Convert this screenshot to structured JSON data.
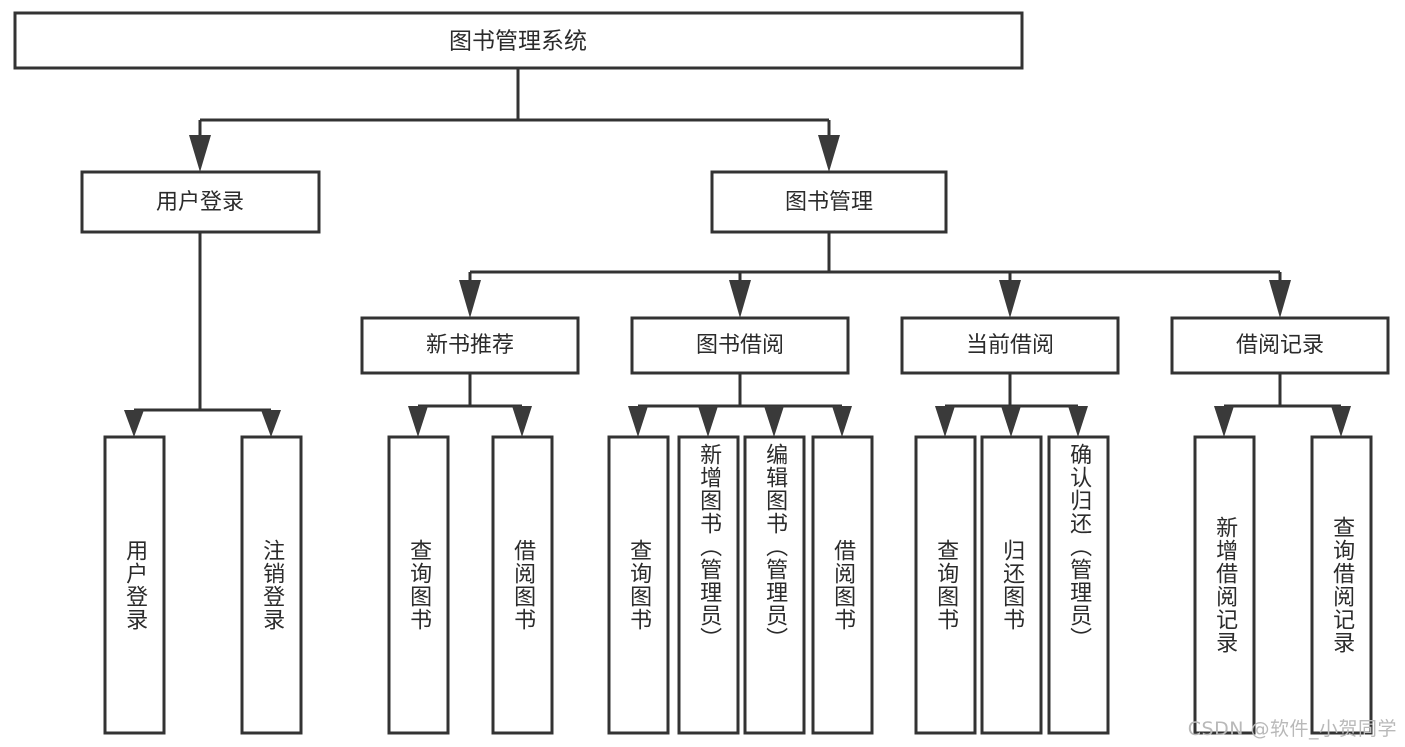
{
  "diagram": {
    "type": "tree",
    "title": "图书管理系统",
    "root": {
      "label": "图书管理系统",
      "children": [
        {
          "label": "用户登录",
          "children": [
            {
              "label": "用户登录"
            },
            {
              "label": "注销登录"
            }
          ]
        },
        {
          "label": "图书管理",
          "children": [
            {
              "label": "新书推荐",
              "children": [
                {
                  "label": "查询图书"
                },
                {
                  "label": "借阅图书"
                }
              ]
            },
            {
              "label": "图书借阅",
              "children": [
                {
                  "label": "查询图书"
                },
                {
                  "label": "新增图书（管理员）"
                },
                {
                  "label": "编辑图书（管理员）"
                },
                {
                  "label": "借阅图书"
                }
              ]
            },
            {
              "label": "当前借阅",
              "children": [
                {
                  "label": "查询图书"
                },
                {
                  "label": "归还图书"
                },
                {
                  "label": "确认归还（管理员）"
                }
              ]
            },
            {
              "label": "借阅记录",
              "children": [
                {
                  "label": "新增借阅记录"
                },
                {
                  "label": "查询借阅记录"
                }
              ]
            }
          ]
        }
      ]
    },
    "nodes": {
      "root_title": "图书管理系统",
      "l1_user_login": "用户登录",
      "l1_book_manage": "图书管理",
      "l2_new_book": "新书推荐",
      "l2_book_borrow": "图书借阅",
      "l2_current_borrow": "当前借阅",
      "l2_borrow_record": "借阅记录",
      "leaf_user_login": "用户登录",
      "leaf_logout": "注销登录",
      "leaf_nb_query": "查询图书",
      "leaf_nb_borrow": "借阅图书",
      "leaf_bb_query": "查询图书",
      "leaf_bb_add": "新增图书（管理员）",
      "leaf_bb_edit": "编辑图书（管理员）",
      "leaf_bb_borrow": "借阅图书",
      "leaf_cb_query": "查询图书",
      "leaf_cb_return": "归还图书",
      "leaf_cb_confirm": "确认归还（管理员）",
      "leaf_br_add": "新增借阅记录",
      "leaf_br_query": "查询借阅记录"
    },
    "colors": {
      "background": "#ffffff",
      "box_fill": "#ffffff",
      "box_stroke": "#333333",
      "text": "#2b2b2b",
      "watermark": "#b9b9b9"
    }
  },
  "watermark": {
    "text": "CSDN @软件_小贺同学"
  }
}
